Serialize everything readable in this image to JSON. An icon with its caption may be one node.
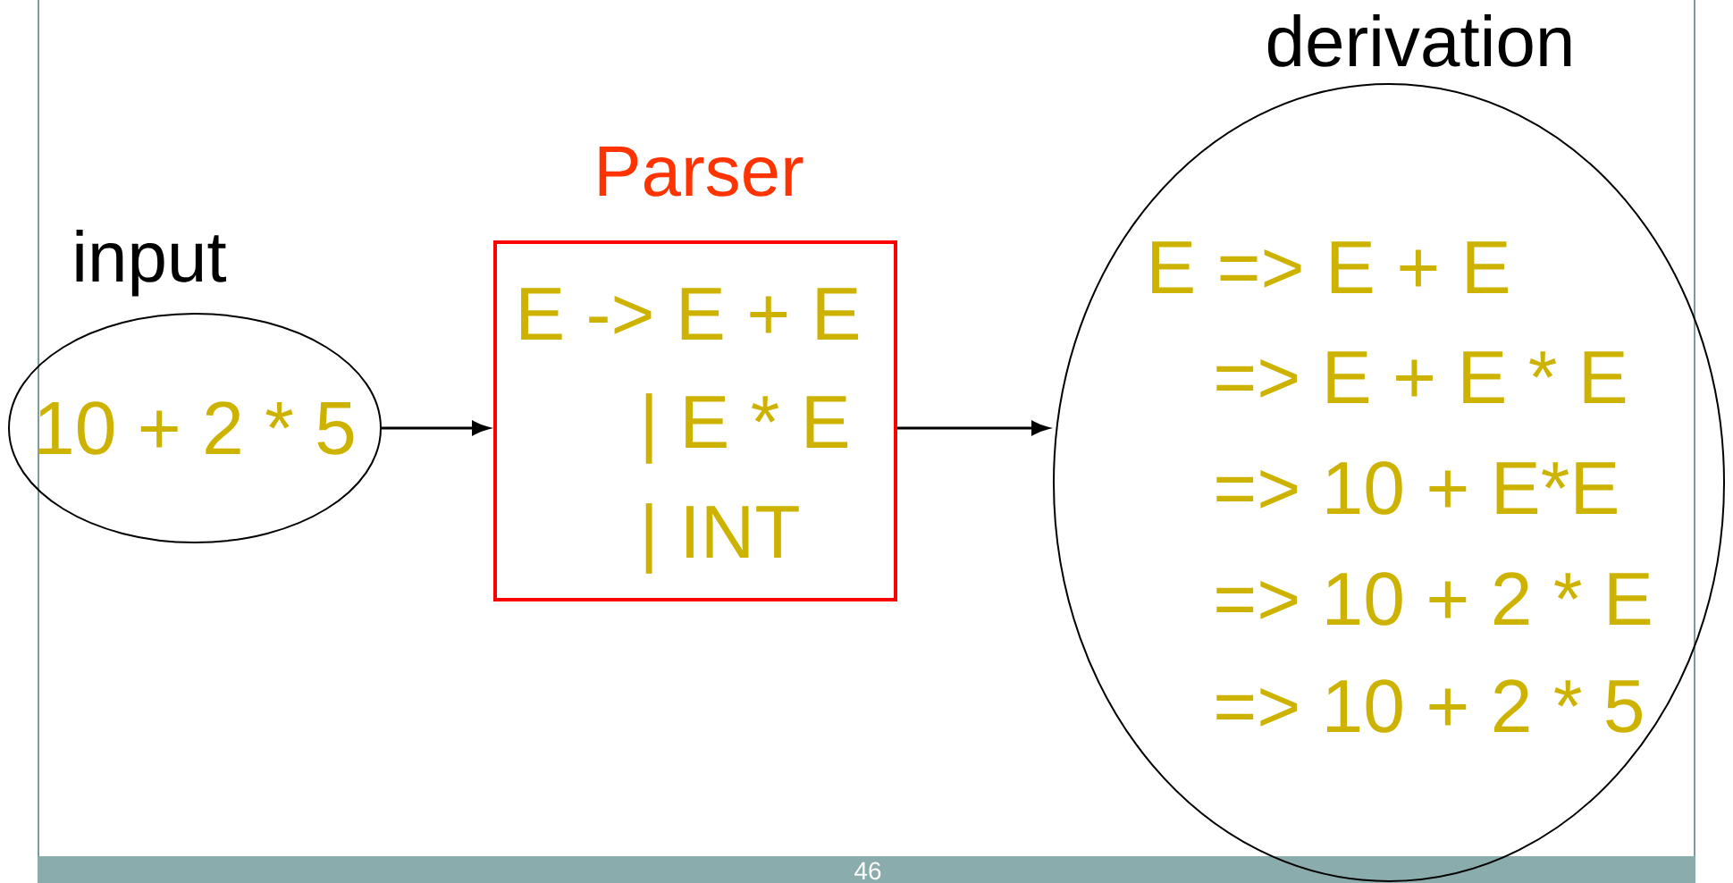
{
  "diagram": {
    "nodes": [
      {
        "text": [
          "input",
          "10 + 2 * 5"
        ]
      },
      {
        "text": [
          "Parser",
          "E -> E + E",
          "| E * E",
          "| INT"
        ]
      },
      {
        "text": [
          "derivation",
          "E => E + E",
          "=> E + E * E",
          "=> 10 + E*E",
          "=> 10 + 2 * E",
          "=> 10 + 2 * 5"
        ]
      }
    ],
    "edges": [
      {
        "from": 0,
        "to": 1,
        "arrow": "to"
      },
      {
        "from": 1,
        "to": 2,
        "arrow": "to"
      }
    ],
    "labels": [
      "46"
    ]
  }
}
